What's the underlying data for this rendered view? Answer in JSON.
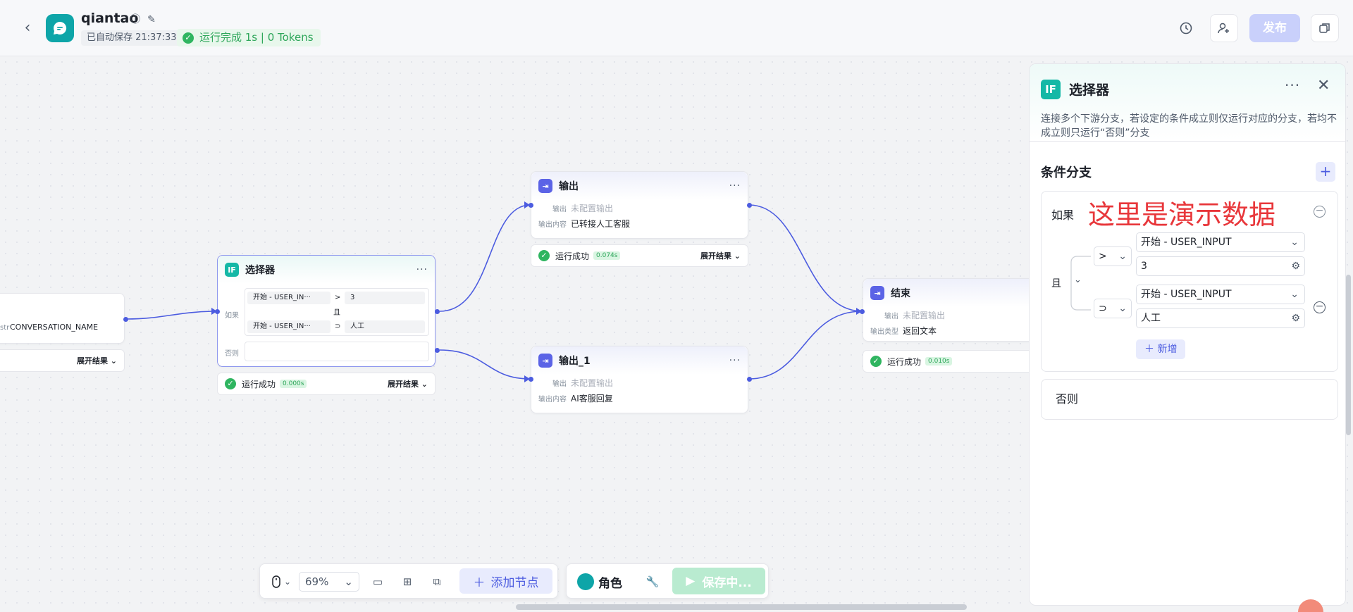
{
  "header": {
    "app_name": "qiantao",
    "autosave": "已自动保存 21:37:33",
    "run_status": "运行完成 1s | 0 Tokens",
    "publish_label": "发布"
  },
  "nodes": {
    "start_partial": {
      "var_tag": "str",
      "var_name": "CONVERSATION_NAME",
      "expand_label": "展开结果"
    },
    "selector": {
      "title": "选择器",
      "if_label": "如果",
      "else_label": "否则",
      "cond1_left": "开始 - USER_IN···",
      "cond1_op": ">",
      "cond1_right": "3",
      "join": "且",
      "cond2_left": "开始 - USER_IN···",
      "cond2_op": "⊃",
      "cond2_right": "人工",
      "status_text": "运行成功",
      "duration": "0.000s",
      "expand_label": "展开结果"
    },
    "output": {
      "title": "输出",
      "row1_label": "输出",
      "row1_value": "未配置输出",
      "row2_label": "输出内容",
      "row2_value": "已转接人工客服",
      "status_text": "运行成功",
      "duration": "0.074s",
      "expand_label": "展开结果"
    },
    "output_1": {
      "title": "输出_1",
      "row1_label": "输出",
      "row1_value": "未配置输出",
      "row2_label": "输出内容",
      "row2_value": "AI客服回复"
    },
    "end": {
      "title": "结束",
      "row1_label": "输出",
      "row1_value": "未配置输出",
      "row2_label": "输出类型",
      "row2_value": "返回文本",
      "status_text": "运行成功",
      "duration": "0.010s"
    }
  },
  "panel": {
    "title": "选择器",
    "description": "连接多个下游分支，若设定的条件成立则仅运行对应的分支，若均不成立则只运行“否则”分支",
    "section_title": "条件分支",
    "if_label": "如果",
    "demo_text": "这里是演示数据",
    "join_label": "且",
    "op1": ">",
    "var1": "开始 - USER_INPUT",
    "value1": "3",
    "op2": "⊃",
    "var2": "开始 - USER_INPUT",
    "value2": "人工",
    "add_label": "新增",
    "else_label": "否则"
  },
  "toolbar": {
    "zoom": "69%",
    "add_node_label": "添加节点",
    "role_label": "角色",
    "save_label": "保存中..."
  },
  "colors": {
    "accent": "#4c5ce0",
    "teal": "#14b8a6",
    "success": "#2fb560",
    "demo_red": "#e8373b"
  }
}
